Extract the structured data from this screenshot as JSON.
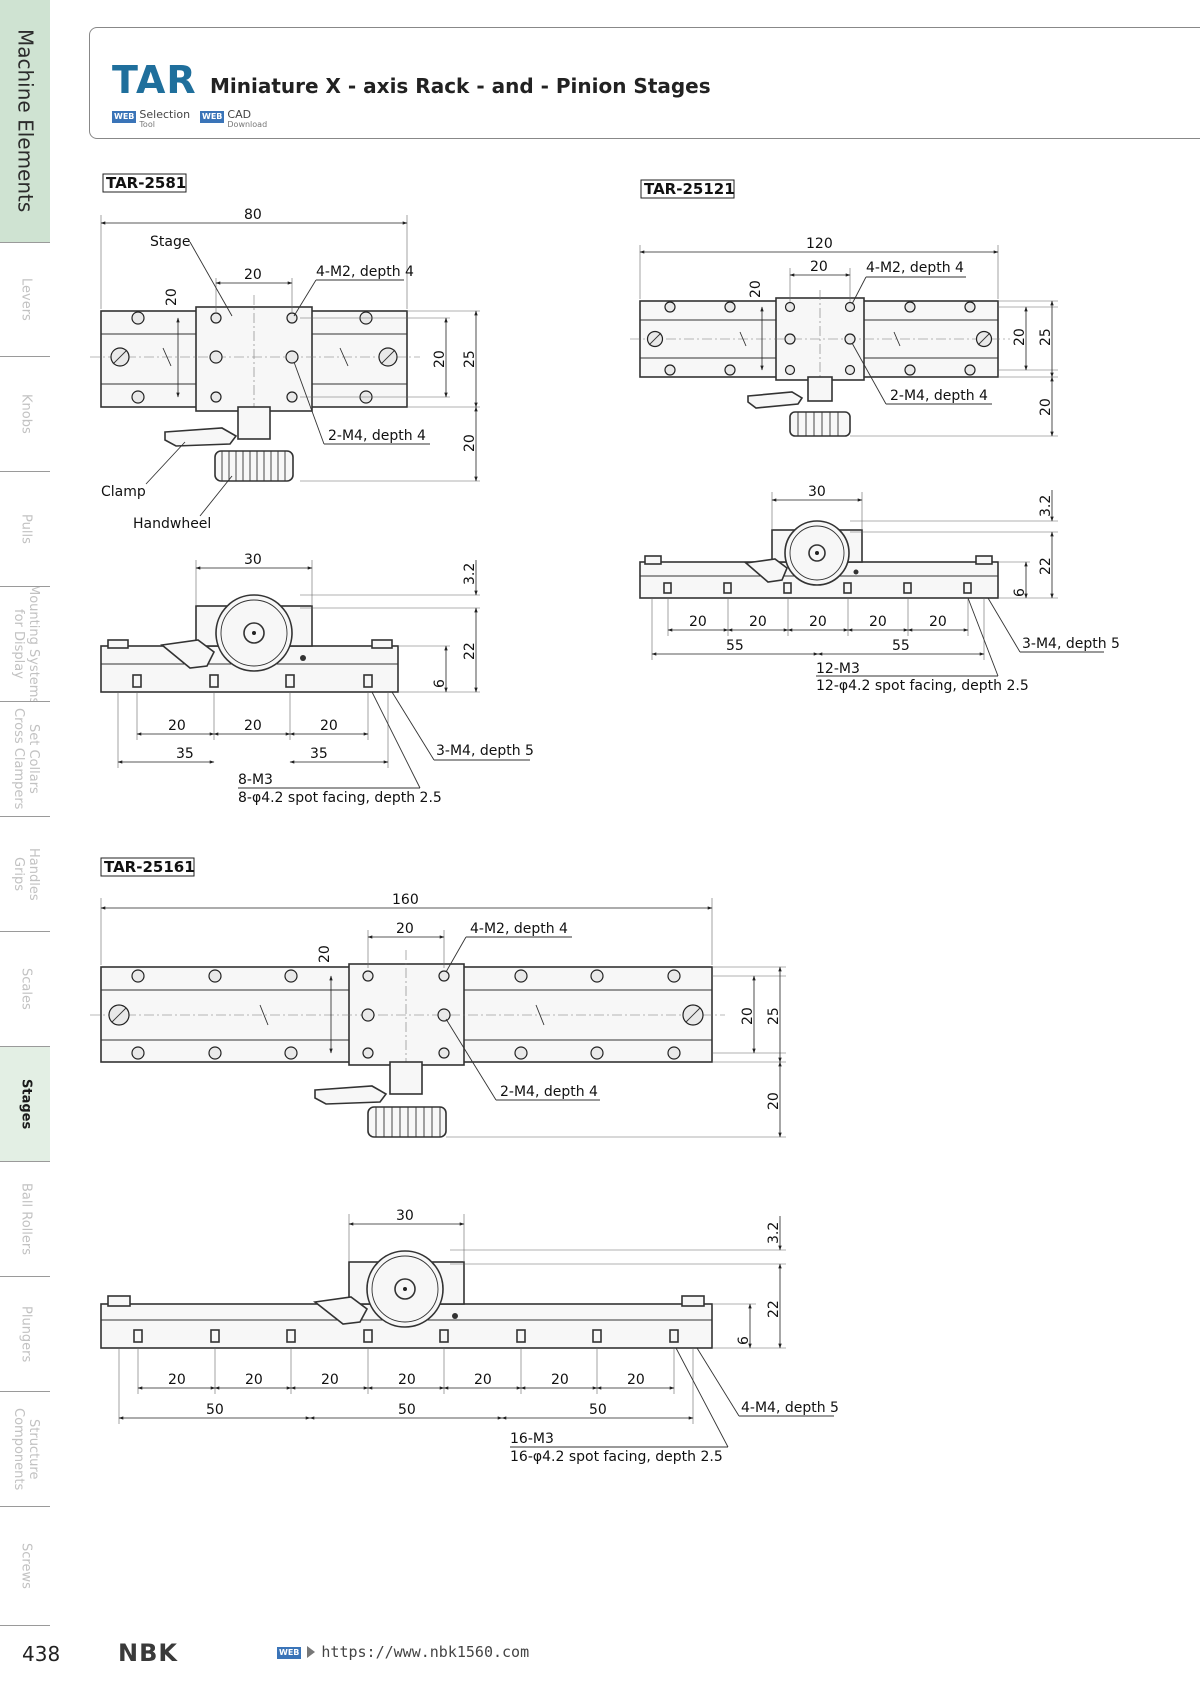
{
  "sidebar": {
    "items": [
      {
        "label": "Machine Elements"
      },
      {
        "label": "Levers"
      },
      {
        "label": "Knobs"
      },
      {
        "label": "Pulls"
      },
      {
        "label": "Mounting Systems\nfor Display"
      },
      {
        "label": "Set Collars\nCross Clampers"
      },
      {
        "label": "Handles\nGrips"
      },
      {
        "label": "Scales"
      },
      {
        "label": "Stages"
      },
      {
        "label": "Ball Rollers"
      },
      {
        "label": "Plungers"
      },
      {
        "label": "Structure\nComponents"
      },
      {
        "label": "Screws"
      }
    ]
  },
  "header": {
    "series": "TAR",
    "title": "Miniature X - axis Rack - and - Pinion Stages",
    "links": [
      {
        "badge": "WEB",
        "label": "Selection",
        "sub": "Tool"
      },
      {
        "badge": "WEB",
        "label": "CAD",
        "sub": "Download"
      }
    ]
  },
  "models": {
    "m80": {
      "name": "TAR-2581",
      "top": {
        "total": "80",
        "d20_top": "20",
        "d20_left": "20",
        "d20_right": "20",
        "d25": "25",
        "d20_bottom": "20",
        "stage": "Stage",
        "tapped_m2": "4-M2, depth 4",
        "tapped_m4": "2-M4, depth 4",
        "clamp": "Clamp",
        "handwheel": "Handwheel"
      },
      "side": {
        "d30": "30",
        "d32": "3.2",
        "d22": "22",
        "d6": "6",
        "pitches": [
          "20",
          "20",
          "20"
        ],
        "spans": [
          "35",
          "35"
        ],
        "m4": "3-M4, depth 5",
        "m3": "8-M3",
        "spot": "8-φ4.2 spot facing, depth 2.5"
      }
    },
    "m120": {
      "name": "TAR-25121",
      "top": {
        "total": "120",
        "d20_top": "20",
        "d20_left": "20",
        "d20_right": "20",
        "d25": "25",
        "d20_bottom": "20",
        "tapped_m2": "4-M2, depth 4",
        "tapped_m4": "2-M4, depth 4"
      },
      "side": {
        "d30": "30",
        "d32": "3.2",
        "d22": "22",
        "d6": "6",
        "pitches": [
          "20",
          "20",
          "20",
          "20",
          "20"
        ],
        "spans": [
          "55",
          "55"
        ],
        "m4": "3-M4, depth 5",
        "m3": "12-M3",
        "spot": "12-φ4.2 spot facing, depth 2.5"
      }
    },
    "m160": {
      "name": "TAR-25161",
      "top": {
        "total": "160",
        "d20_top": "20",
        "d20_left": "20",
        "d20_right": "20",
        "d25": "25",
        "d20_bottom": "20",
        "tapped_m2": "4-M2, depth 4",
        "tapped_m4": "2-M4, depth 4"
      },
      "side": {
        "d30": "30",
        "d32": "3.2",
        "d22": "22",
        "d6": "6",
        "pitches": [
          "20",
          "20",
          "20",
          "20",
          "20",
          "20",
          "20"
        ],
        "spans": [
          "50",
          "50",
          "50"
        ],
        "m4": "4-M4, depth 5",
        "m3": "16-M3",
        "spot": "16-φ4.2 spot facing, depth 2.5"
      }
    }
  },
  "footer": {
    "page": "438",
    "logo": "NBK",
    "badge": "WEB",
    "url": "https://www.nbk1560.com"
  }
}
